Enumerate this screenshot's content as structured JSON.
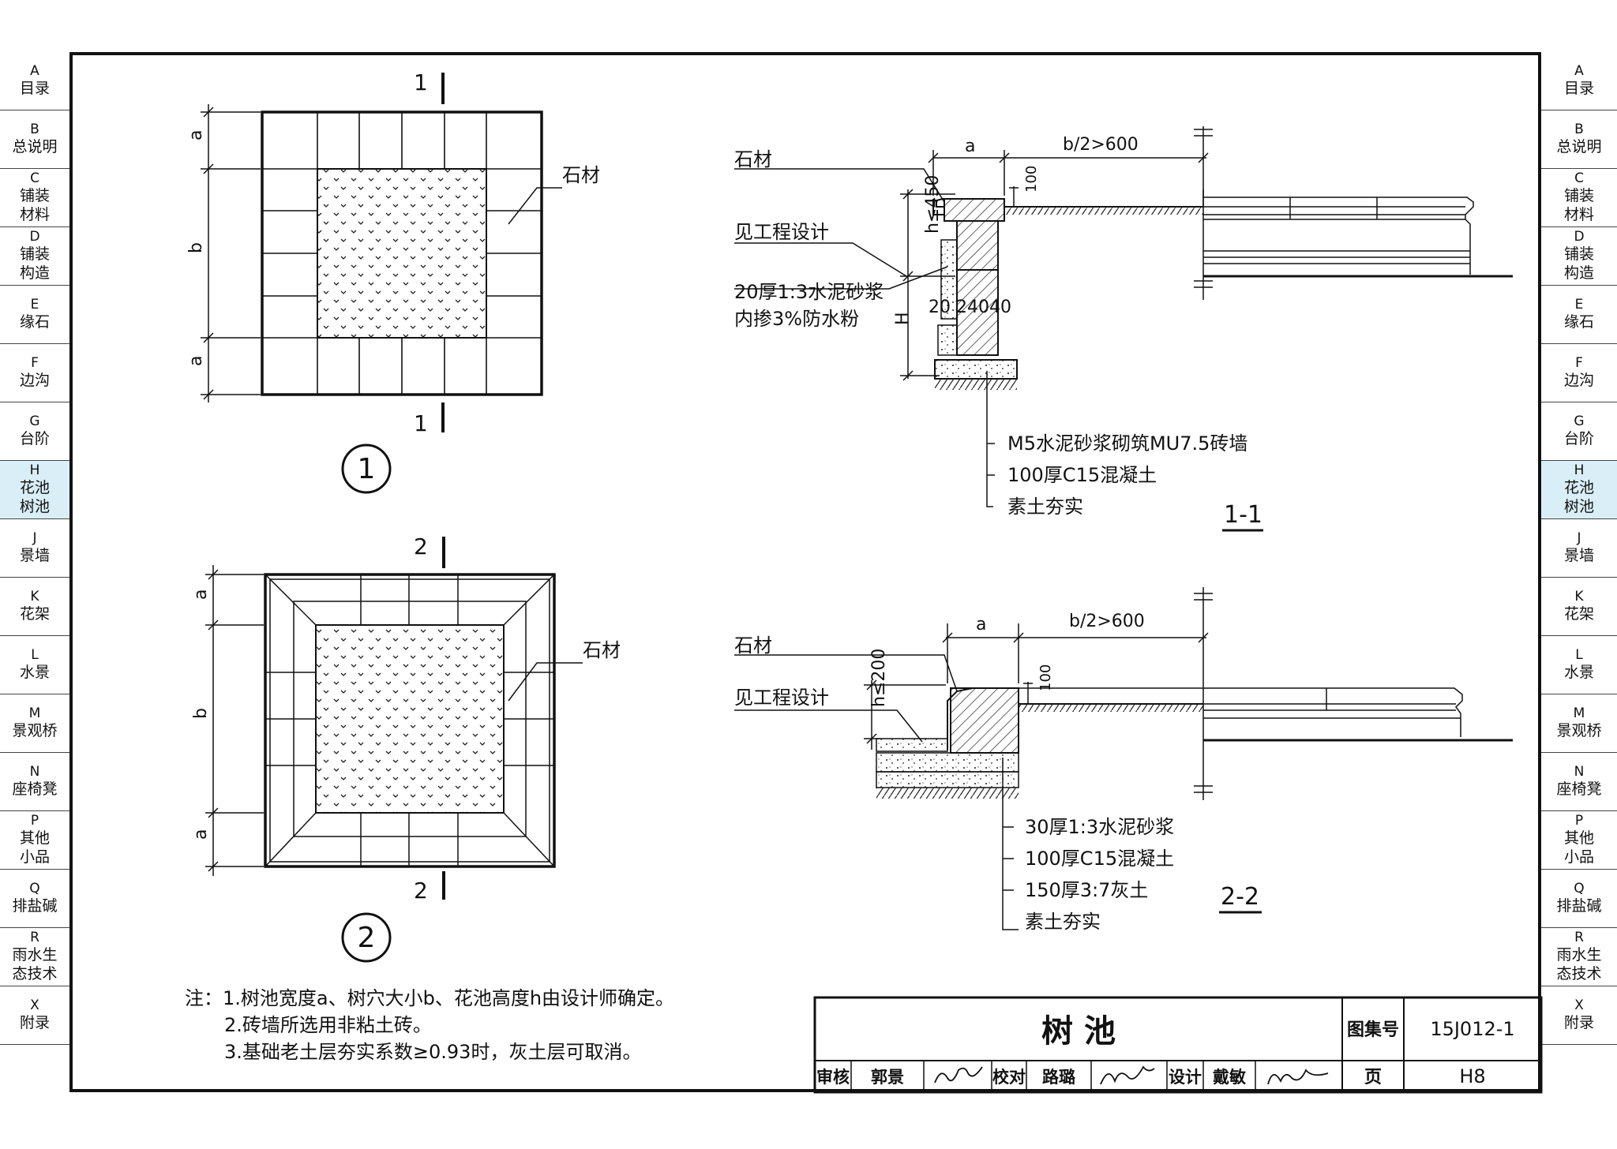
{
  "sidebar_tabs": [
    {
      "code": "A",
      "label": "目录"
    },
    {
      "code": "B",
      "label": "总说明"
    },
    {
      "code": "C",
      "label": "铺装\n材料"
    },
    {
      "code": "D",
      "label": "铺装\n构造"
    },
    {
      "code": "E",
      "label": "缘石"
    },
    {
      "code": "F",
      "label": "边沟"
    },
    {
      "code": "G",
      "label": "台阶"
    },
    {
      "code": "H",
      "label": "花池\n树池",
      "active": true
    },
    {
      "code": "J",
      "label": "景墙"
    },
    {
      "code": "K",
      "label": "花架"
    },
    {
      "code": "L",
      "label": "水景"
    },
    {
      "code": "M",
      "label": "景观桥"
    },
    {
      "code": "N",
      "label": "座椅凳"
    },
    {
      "code": "P",
      "label": "其他\n小品"
    },
    {
      "code": "Q",
      "label": "排盐碱"
    },
    {
      "code": "R",
      "label": "雨水生\n态技术"
    },
    {
      "code": "X",
      "label": "附录"
    }
  ],
  "plan1": {
    "number": "1",
    "section_mark": "1",
    "material": "石材",
    "dim_a": "a",
    "dim_b": "b"
  },
  "plan2": {
    "number": "2",
    "section_mark": "2",
    "material": "石材",
    "dim_a": "a",
    "dim_b": "b"
  },
  "section1": {
    "title": "1-1",
    "stone": "石材",
    "see_design": "见工程设计",
    "mortar_line1": "20厚1:3水泥砂浆",
    "mortar_line2": "内掺3%防水粉",
    "dim_a": "a",
    "dim_half": "b/2>600",
    "dim_h": "h≤450",
    "dim_H": "H",
    "dim_100": "100",
    "dim_bottom": "20 24040",
    "layers": [
      "M5水泥砂浆砌筑MU7.5砖墙",
      "100厚C15混凝土",
      "素土夯实"
    ]
  },
  "section2": {
    "title": "2-2",
    "stone": "石材",
    "see_design": "见工程设计",
    "dim_a": "a",
    "dim_half": "b/2>600",
    "dim_h": "h≤200",
    "dim_100": "100",
    "layers": [
      "30厚1:3水泥砂浆",
      "100厚C15混凝土",
      "150厚3:7灰土",
      "素土夯实"
    ]
  },
  "notes": [
    "注：1.树池宽度a、树穴大小b、花池高度h由设计师确定。",
    "2.砖墙所选用非粘土砖。",
    "3.基础老土层夯实系数≥0.93时，灰土层可取消。"
  ],
  "title_block": {
    "title": "树  池",
    "atlas_label": "图集号",
    "atlas_no": "15J012-1",
    "page_label": "页",
    "page_no": "H8",
    "review_label": "审核",
    "reviewer": "郭景",
    "check_label": "校对",
    "checker": "路璐",
    "design_label": "设计",
    "designer": "戴敏"
  }
}
